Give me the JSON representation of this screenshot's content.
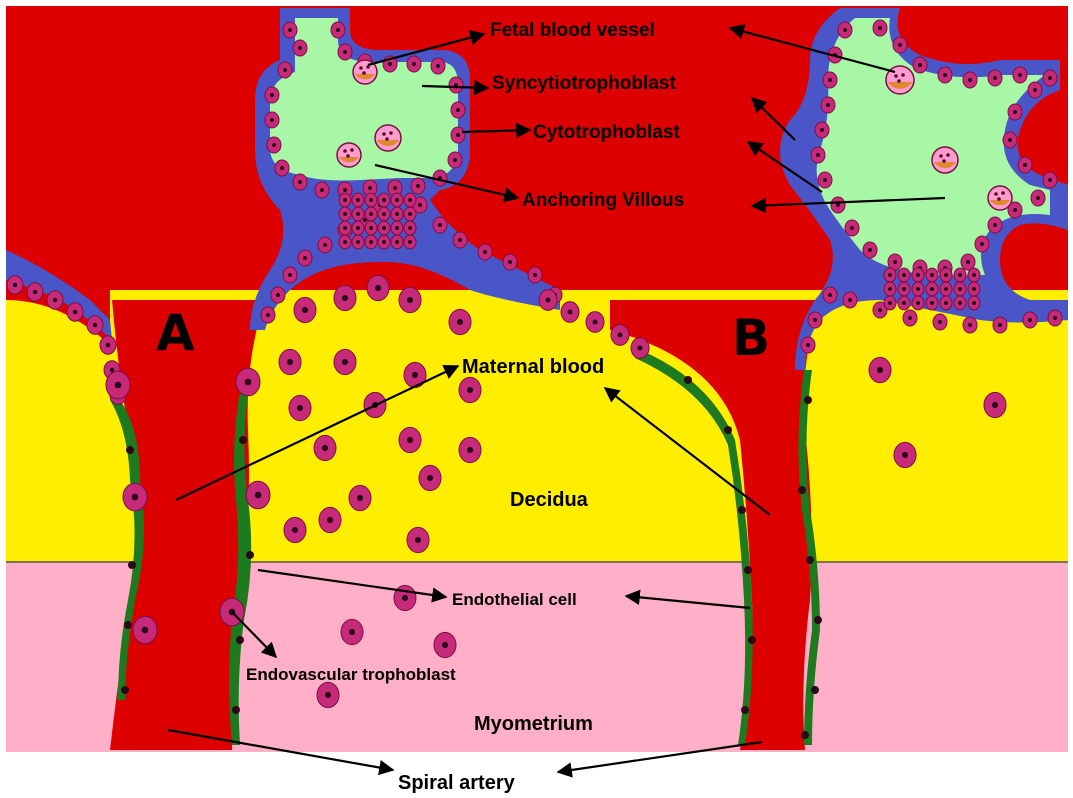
{
  "labels": {
    "fetal_blood_vessel": "Fetal blood vessel",
    "syncytiotrophoblast": "Syncytiotrophoblast",
    "cytotrophoblast": "Cytotrophoblast",
    "anchoring_villous": "Anchoring Villous",
    "maternal_blood": "Maternal blood",
    "decidua": "Decidua",
    "endothelial_cell": "Endothelial cell",
    "endovascular_trophoblast": "Endovascular trophoblast",
    "myometrium": "Myometrium",
    "spiral_artery": "Spiral artery"
  },
  "panels": {
    "a": "A",
    "b": "B"
  },
  "colors": {
    "maternal_blood": "#dd0000",
    "villus_core": "#a8f7a6",
    "syncytiotrophoblast": "#4a56c8",
    "trophoblast_cell": "#c82a7a",
    "decidua": "#ffee00",
    "myometrium": "#ffb0c8",
    "endothelium": "#1e7a1e",
    "cell_nucleus": "#2a0a1a"
  }
}
